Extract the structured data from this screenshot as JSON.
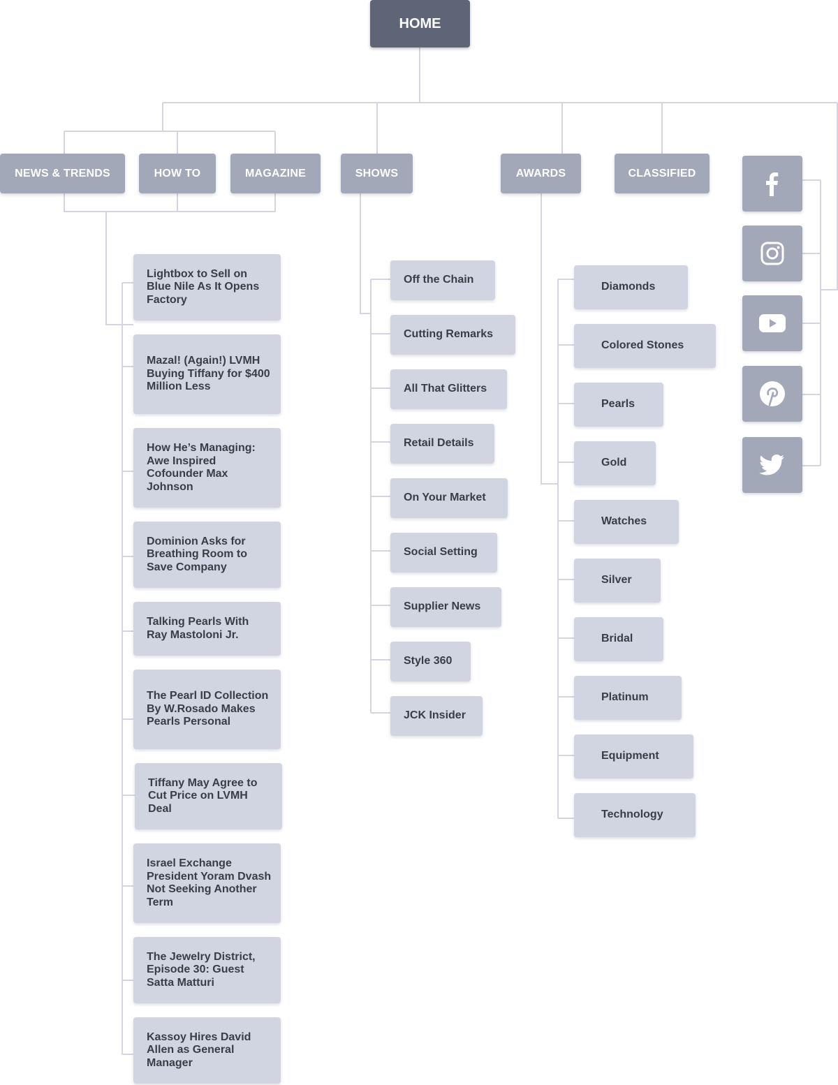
{
  "home": "HOME",
  "nav": {
    "news": "NEWS & TRENDS",
    "howto": "HOW TO",
    "magazine": "MAGAZINE",
    "shows": "SHOWS",
    "awards": "AWARDS",
    "classified": "CLASSIFIED"
  },
  "articles": [
    "Lightbox to Sell on Blue Nile As It Opens Factory",
    "Mazal! (Again!) LVMH Buying Tiffany for $400 Million Less",
    "How He’s Managing: Awe Inspired Cofounder Max Johnson",
    "Dominion Asks for Breathing Room to Save Company",
    "Talking Pearls With Ray Mastoloni Jr.",
    "The Pearl ID Collection By W.Rosado Makes Pearls Personal",
    "Tiffany May Agree to Cut Price on LVMH Deal",
    "Israel Exchange President Yoram Dvash Not Seeking Another Term",
    "The Jewelry District, Episode 30: Guest Satta Matturi",
    "Kassoy Hires David Allen as General Manager"
  ],
  "shows": [
    "Off the Chain",
    "Cutting Remarks",
    "All That Glitters",
    "Retail Details",
    "On Your Market",
    "Social Setting",
    "Supplier News",
    "Style 360",
    "JCK Insider"
  ],
  "awards": [
    "Diamonds",
    "Colored Stones",
    "Pearls",
    "Gold",
    "Watches",
    "Silver",
    "Bridal",
    "Platinum",
    "Equipment",
    "Technology"
  ],
  "social": [
    "facebook-icon",
    "instagram-icon",
    "youtube-icon",
    "pinterest-icon",
    "twitter-icon"
  ],
  "colors": {
    "home": "#5e6577",
    "nav": "#a3a8b8",
    "leaf": "#d0d5e1",
    "line": "#d3d6e0",
    "text": "#3a3d46"
  }
}
